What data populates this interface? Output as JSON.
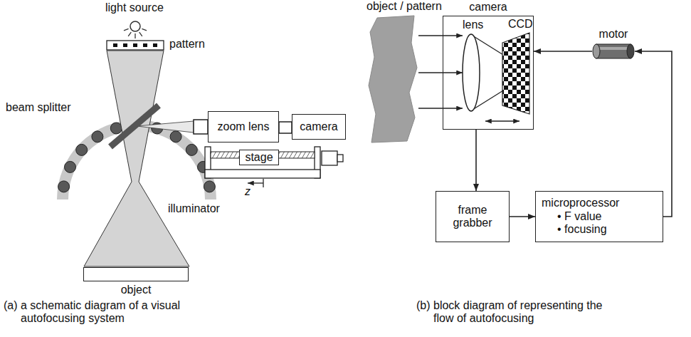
{
  "diagram": {
    "nodes": [
      {
        "text": [
          "zoom lens"
        ]
      },
      {
        "text": [
          "camera"
        ]
      },
      {
        "text": [
          "stage"
        ]
      },
      {
        "text": [
          "object"
        ]
      },
      {
        "text": [
          "camera"
        ]
      },
      {
        "text": [
          "motor"
        ]
      },
      {
        "text": [
          "frame grabber"
        ]
      },
      {
        "text": [
          "microprocessor",
          "• F value",
          "• focusing"
        ]
      }
    ],
    "edges": [
      {
        "from": 4,
        "to": 6,
        "arrow": "to"
      },
      {
        "from": 6,
        "to": 7,
        "arrow": "to"
      },
      {
        "from": 7,
        "to": 5,
        "arrow": "to"
      },
      {
        "from": 5,
        "to": 4,
        "arrow": "to"
      }
    ],
    "labels": [
      "light source",
      "pattern",
      "beam splitter",
      "illuminator",
      "z",
      "object / pattern",
      "lens",
      "CCD",
      "(a) a schematic diagram of a visual autofocusing system",
      "(b) block diagram of representing the flow of autofocusing"
    ]
  }
}
